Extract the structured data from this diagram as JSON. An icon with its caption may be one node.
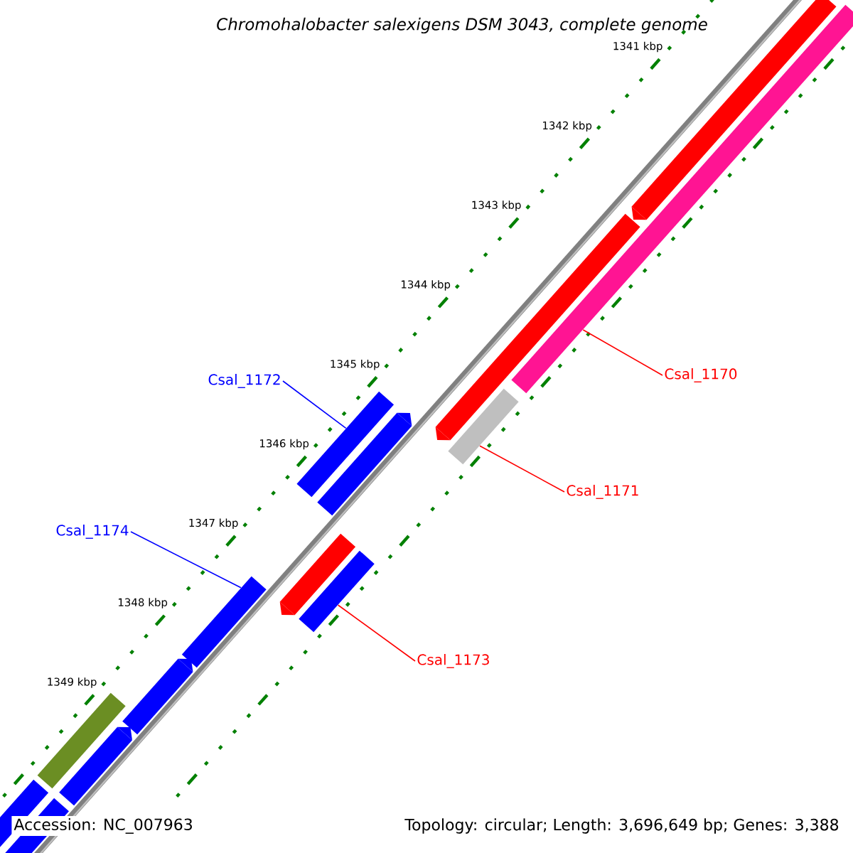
{
  "diagram": {
    "title": "Chromohalobacter salexigens DSM 3043, complete genome",
    "nodes": [
      {
        "text": [
          "Csal_1170"
        ]
      },
      {
        "text": [
          "Csal_1172"
        ]
      },
      {
        "text": [
          "Csal_1171"
        ]
      },
      {
        "text": [
          "Csal_1174"
        ]
      },
      {
        "text": [
          "Csal_1173"
        ]
      },
      {
        "text": [],
        "shape": "bar"
      },
      {
        "text": [],
        "shape": "bar"
      },
      {
        "text": [],
        "shape": "bar"
      },
      {
        "text": [],
        "shape": "bar"
      },
      {
        "text": [],
        "shape": "bar"
      },
      {
        "text": [],
        "shape": "bar"
      },
      {
        "text": [],
        "shape": "bar"
      },
      {
        "text": [],
        "shape": "bar"
      },
      {
        "text": [],
        "shape": "bar"
      },
      {
        "text": [],
        "shape": "bar"
      },
      {
        "text": [],
        "shape": "bar"
      },
      {
        "text": [],
        "shape": "bar"
      },
      {
        "text": [],
        "shape": "bar"
      },
      {
        "text": [],
        "shape": "bar"
      }
    ],
    "edges": [
      {
        "from": 0,
        "to": 6,
        "arrow": "none"
      },
      {
        "from": 1,
        "to": 9,
        "arrow": "none",
        "color": "#0000ff"
      },
      {
        "from": 2,
        "to": 8,
        "arrow": "none"
      },
      {
        "from": 3,
        "to": 13,
        "arrow": "none",
        "color": "#0000ff"
      },
      {
        "from": 4,
        "to": 12,
        "arrow": "none"
      }
    ],
    "labels": [
      "1341 kbp",
      "1342 kbp",
      "1343 kbp",
      "1344 kbp",
      "1345 kbp",
      "1346 kbp",
      "1347 kbp",
      "1348 kbp",
      "1349 kbp",
      "Accession: NC_007963",
      "Topology: circular; Length: 3,696,649 bp; Genes: 3,388"
    ]
  }
}
